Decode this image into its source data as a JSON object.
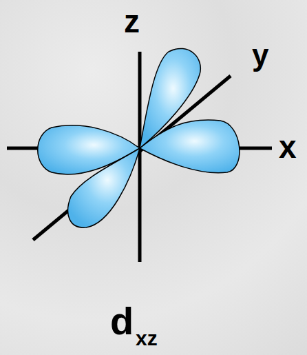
{
  "diagram": {
    "labels": [
      "z",
      "y",
      "x",
      "d",
      "xz"
    ]
  }
}
